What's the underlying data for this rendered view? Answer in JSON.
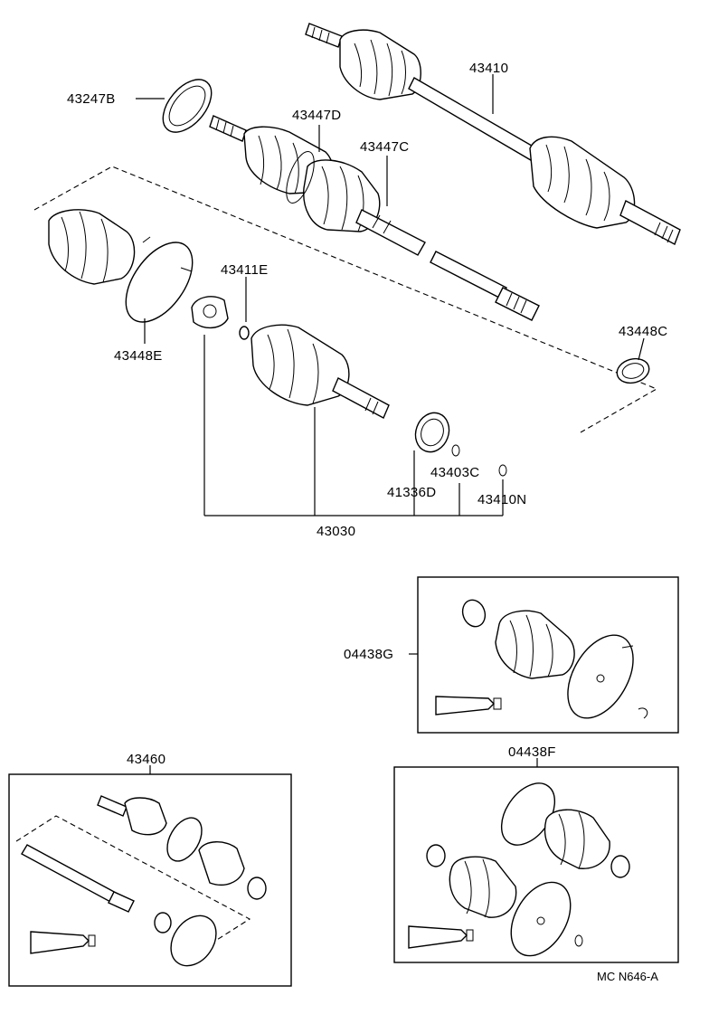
{
  "labels": {
    "p43410": "43410",
    "p43247B": "43247B",
    "p43447D": "43447D",
    "p43447C": "43447C",
    "p43411E": "43411E",
    "p43448E": "43448E",
    "p43448C": "43448C",
    "p43403C": "43403C",
    "p41336D": "41336D",
    "p43410N": "43410N",
    "p43030": "43030",
    "p04438G": "04438G",
    "p43460": "43460",
    "p04438F": "04438F"
  },
  "figure_code": "MC N646-A"
}
